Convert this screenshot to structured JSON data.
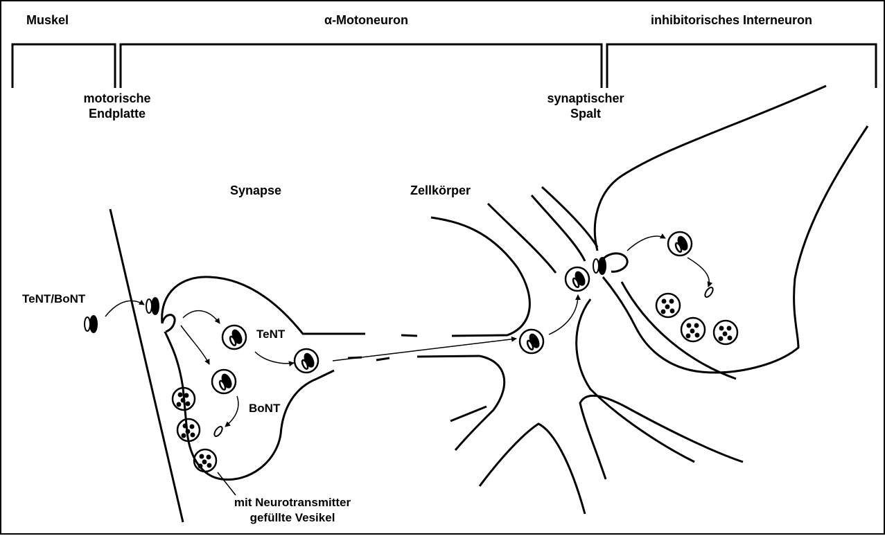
{
  "header": {
    "muscle": "Muskel",
    "motoneuron": "α-Motoneuron",
    "interneuron": "inhibitorisches Interneuron"
  },
  "labels": {
    "endplate_line1": "motorische",
    "endplate_line2": "Endplatte",
    "cleft_line1": "synaptischer",
    "cleft_line2": "Spalt",
    "synapse": "Synapse",
    "cell_body": "Zellkörper",
    "toxins": "TeNT/BoNT",
    "tent": "TeNT",
    "bont": "BoNT",
    "vesicles_line1": "mit Neurotransmitter",
    "vesicles_line2": "gefüllte Vesikel"
  }
}
